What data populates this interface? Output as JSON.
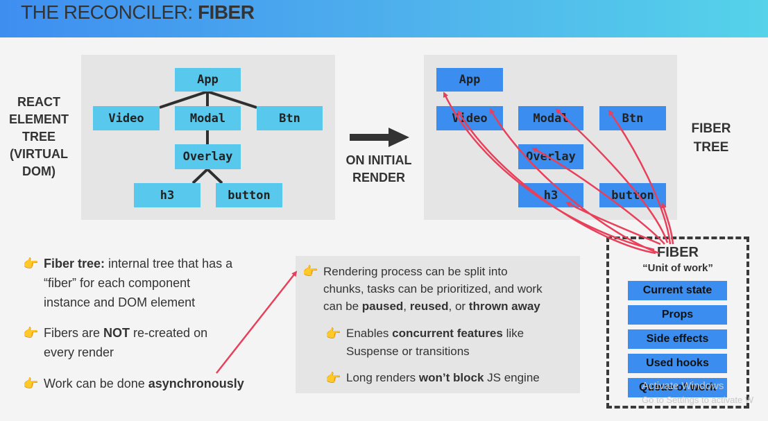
{
  "header": {
    "title_prefix": "THE RECONCILER: ",
    "title_bold": "FIBER"
  },
  "react_tree": {
    "label_lines": [
      "REACT",
      "ELEMENT",
      "TREE",
      "(VIRTUAL",
      "DOM)"
    ],
    "nodes": {
      "app": "App",
      "video": "Video",
      "modal": "Modal",
      "btn": "Btn",
      "overlay": "Overlay",
      "h3": "h3",
      "button": "button"
    }
  },
  "middle": {
    "line1": "ON INITIAL",
    "line2": "RENDER"
  },
  "fiber_tree": {
    "label_lines": [
      "FIBER",
      "TREE"
    ],
    "nodes": {
      "app": "App",
      "video": "Video",
      "modal": "Modal",
      "btn": "Btn",
      "overlay": "Overlay",
      "h3": "h3",
      "button": "button"
    }
  },
  "bullets": {
    "b1": {
      "bold": "Fiber tree:",
      "rest1": " internal tree that has a",
      "line2": "“fiber” for each component",
      "line3": "instance and DOM element"
    },
    "b2": {
      "pre": "Fibers are ",
      "bold": "NOT",
      "post": " re-created on",
      "line2": "every render"
    },
    "b3": {
      "pre": "Work can be done ",
      "bold": "asynchronously"
    }
  },
  "gray_box": {
    "line1": "Rendering process can be split into",
    "line2": "chunks, tasks can be prioritized, and work",
    "line3_pre": "can be ",
    "paused": "paused",
    "comma": ", ",
    "reused": "reused",
    "or": ", or ",
    "thrown": "thrown away",
    "sub1_pre": "Enables ",
    "sub1_bold": "concurrent features",
    "sub1_post": " like",
    "sub1_line2": "Suspense or transitions",
    "sub2_pre": "Long renders ",
    "sub2_bold": "won’t block",
    "sub2_post": " JS engine"
  },
  "fiber_box": {
    "title": "FIBER",
    "subtitle": "“Unit of work”",
    "items": [
      "Current state",
      "Props",
      "Side effects",
      "Used hooks",
      "Queue of work"
    ]
  },
  "watermark": {
    "line1": "Activate Windows",
    "line2": "Go to Settings to activate W"
  },
  "colors": {
    "light_node": "#58c8ec",
    "dark_node": "#3b8ef0",
    "arrow_red": "#e8405a",
    "bullet_hand": "#f0a52a"
  }
}
